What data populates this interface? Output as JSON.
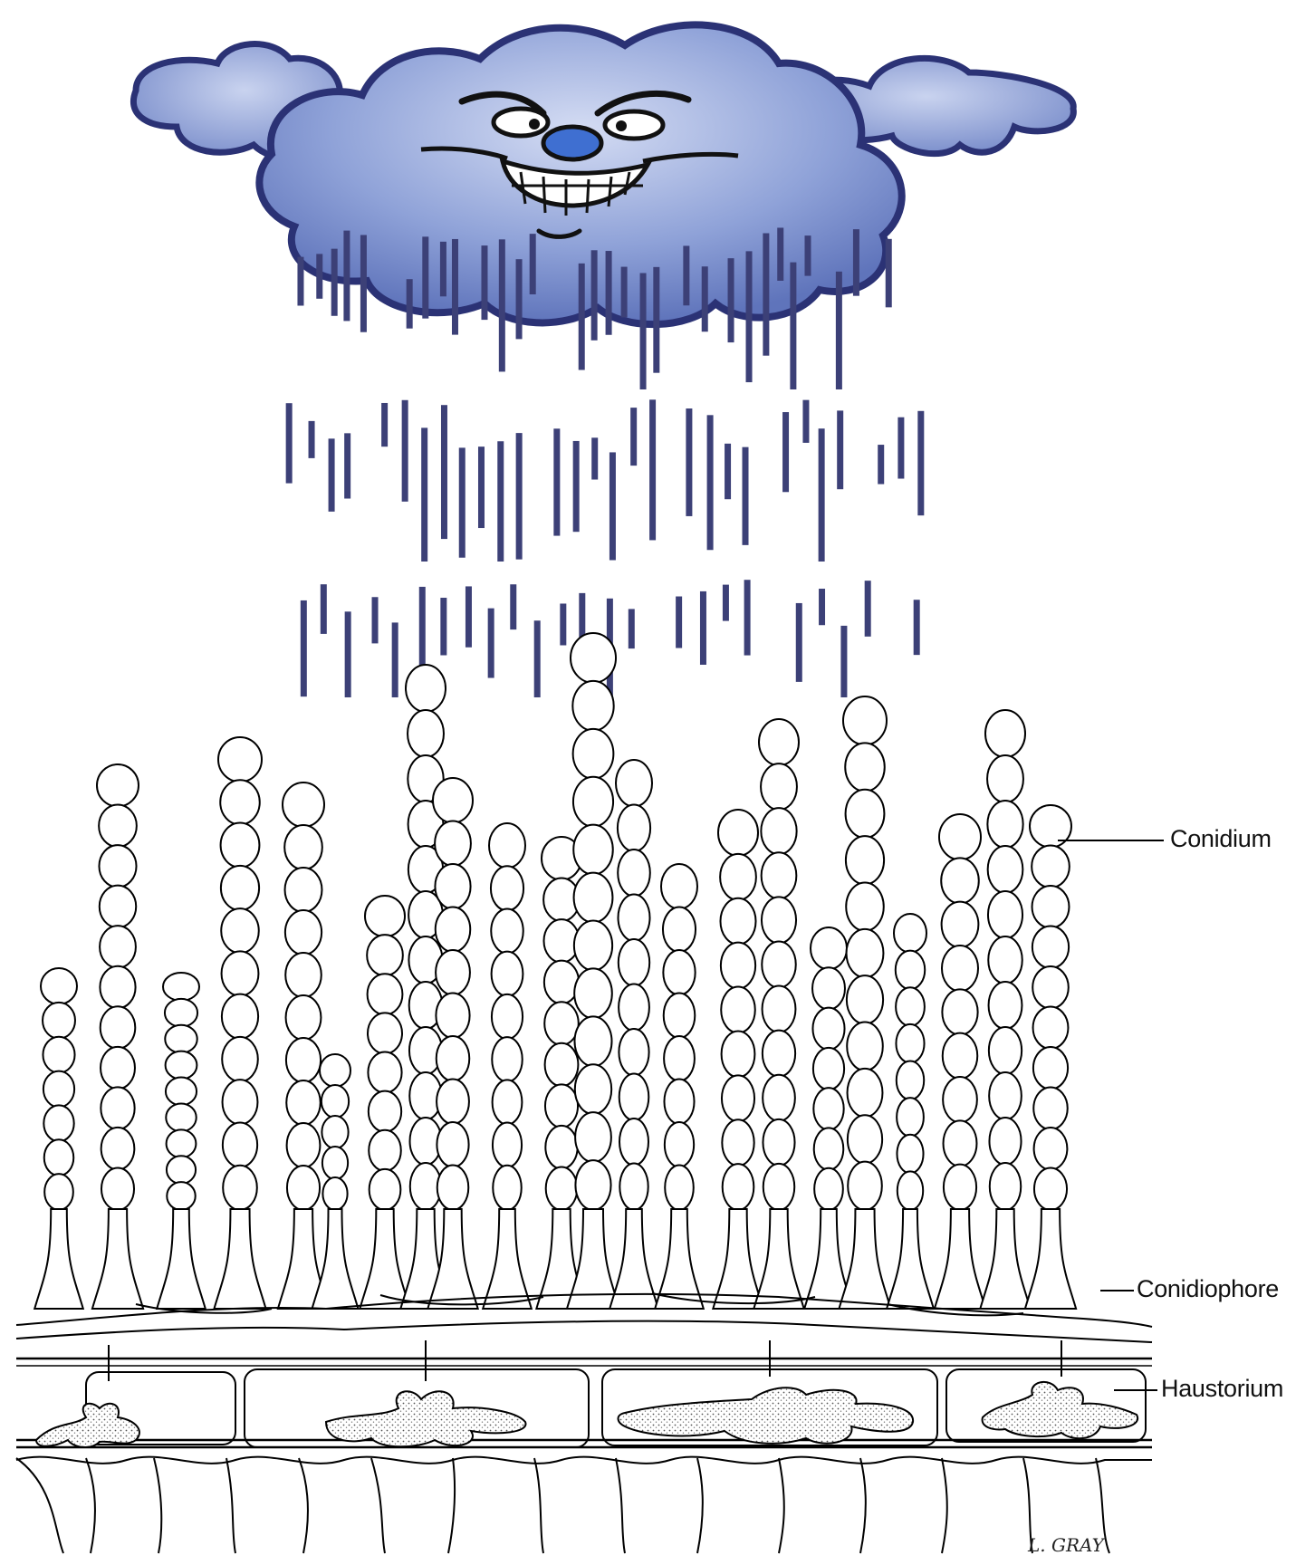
{
  "labels": {
    "conidium": "Conidium",
    "conidiophore": "Conidiophore",
    "haustorium": "Haustorium"
  },
  "signature": "L. GRAY",
  "colors": {
    "cloud_fill": "#7f94cf",
    "cloud_light": "#c9d3ef",
    "cloud_outline": "#2b3275",
    "nose": "#3f6fd1",
    "rain": "#3c4077",
    "line_art": "#000000",
    "haustorium_fill": "#d8d8d8"
  },
  "icons": {
    "cloud": "angry-cloud-icon",
    "rain": "rain-streaks"
  }
}
